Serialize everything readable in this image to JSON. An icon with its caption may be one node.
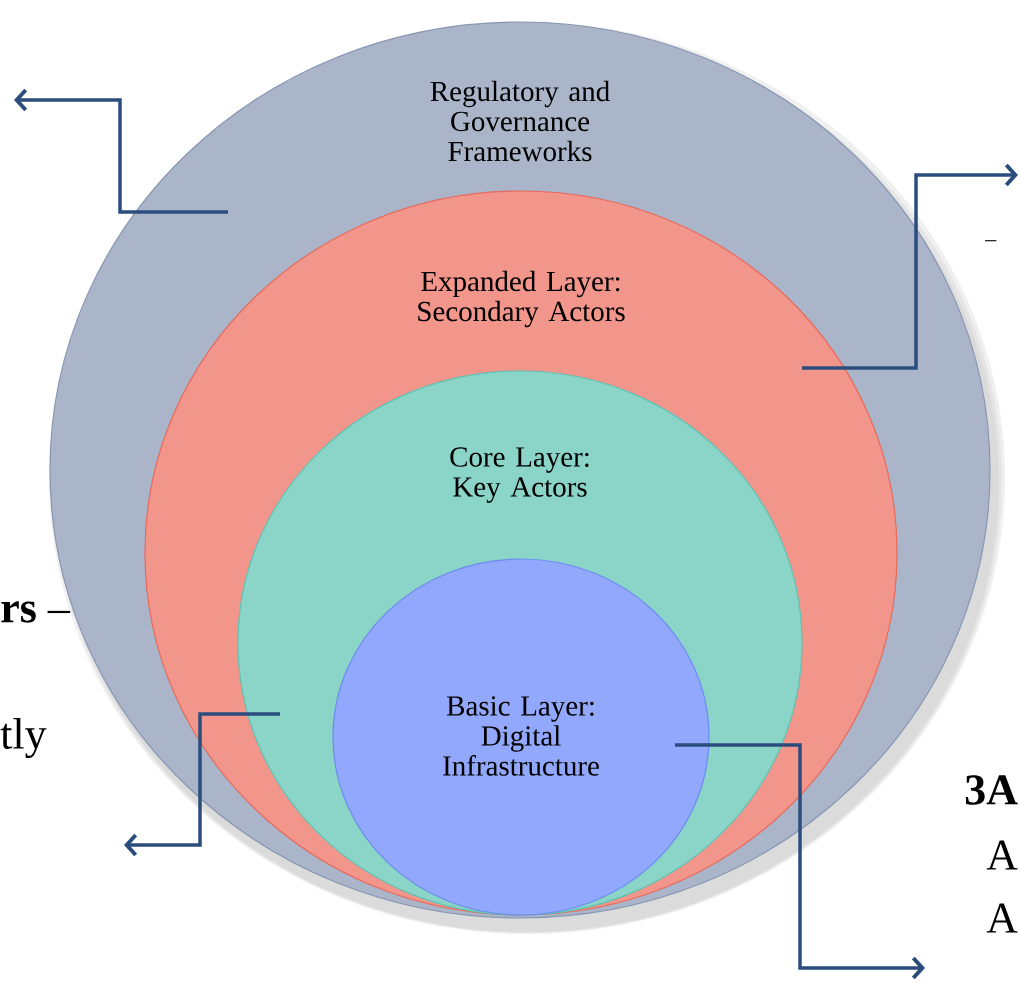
{
  "diagram": {
    "nodes": [
      {
        "text": [
          "Regulatory and Governance Frameworks"
        ]
      },
      {
        "text": [
          "Expanded Layer: Secondary Actors"
        ],
        "in": 0
      },
      {
        "text": [
          "Core Layer: Key Actors"
        ],
        "in": 1
      },
      {
        "text": [
          "Basic Layer: Digital Infrastructure"
        ],
        "in": 2
      }
    ],
    "edges": [
      {
        "from": 0,
        "to": null,
        "arrow": "to"
      },
      {
        "from": 1,
        "to": null,
        "arrow": "to"
      },
      {
        "from": 2,
        "to": null,
        "arrow": "to"
      },
      {
        "from": 3,
        "to": null,
        "arrow": "to"
      }
    ],
    "labels": [
      "–",
      "**rs** –",
      "tly",
      "**3A**",
      "A",
      "A"
    ]
  }
}
